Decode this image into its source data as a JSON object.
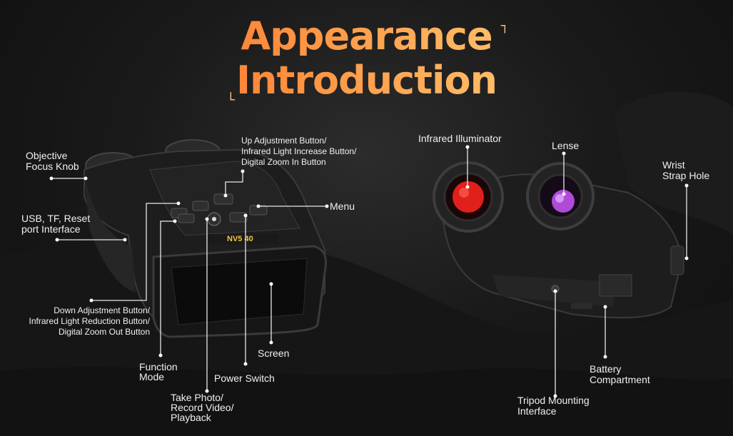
{
  "header": {
    "title_line1": "Appearance",
    "title_line2": "Introduction",
    "bracket_top": "┐",
    "bracket_bottom": "└"
  },
  "left_device": {
    "model_badge": "NV5 40",
    "callouts": {
      "objective_focus_knob": [
        "Objective",
        "Focus Knob"
      ],
      "usb_tf_reset": [
        "USB, TF, Reset",
        "port Interface"
      ],
      "up_adjustment": [
        "Up Adjustment Button/",
        "Infrared Light Increase Button/",
        "Digital Zoom In Button"
      ],
      "menu": "Menu",
      "down_adjustment": [
        "Down Adjustment Button/",
        "Infrared Light Reduction Button/",
        "Digital Zoom Out Button"
      ],
      "function_mode": [
        "Function",
        "Mode"
      ],
      "screen": "Screen",
      "power_switch": "Power Switch",
      "take_photo": [
        "Take Photo/",
        "Record Video/",
        "Playback"
      ]
    }
  },
  "right_device": {
    "callouts": {
      "infrared_illuminator": "Infrared Illuminator",
      "lense": "Lense",
      "wrist_strap_hole": [
        "Wrist",
        "Strap Hole"
      ],
      "battery_compartment": [
        "Battery",
        "Compartment"
      ],
      "tripod_mounting": [
        "Tripod Mounting",
        "Interface"
      ]
    }
  },
  "colors": {
    "title_gradient_start": "#ff5a3c",
    "title_gradient_end": "#ffd9a0",
    "infrared_lens": "#e0201a",
    "lense_tint": "#b04ad8"
  }
}
